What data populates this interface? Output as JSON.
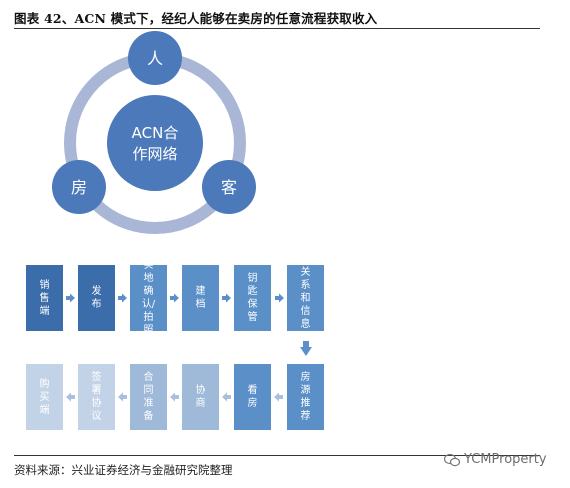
{
  "header": {
    "title": "图表 42、ACN 模式下，经纪人能够在卖房的任意流程获取收入"
  },
  "cycle": {
    "center": "ACN合作网络",
    "nodes": [
      "人",
      "房",
      "客"
    ],
    "colors": {
      "node": "#4b79b9",
      "ring": "#a9b6d6",
      "center": "#4b79b9"
    }
  },
  "flow": {
    "row1": [
      "销售端",
      "发布",
      "实地确认/拍照",
      "建档",
      "钥匙保管",
      "客户关系和信息管理"
    ],
    "row2": [
      "购买端",
      "签署协议",
      "合同准备",
      "协商",
      "看房",
      "房源推荐"
    ]
  },
  "footer": {
    "source": "资料来源：兴业证券经济与金融研究院整理",
    "watermark": "YCMProperty"
  }
}
